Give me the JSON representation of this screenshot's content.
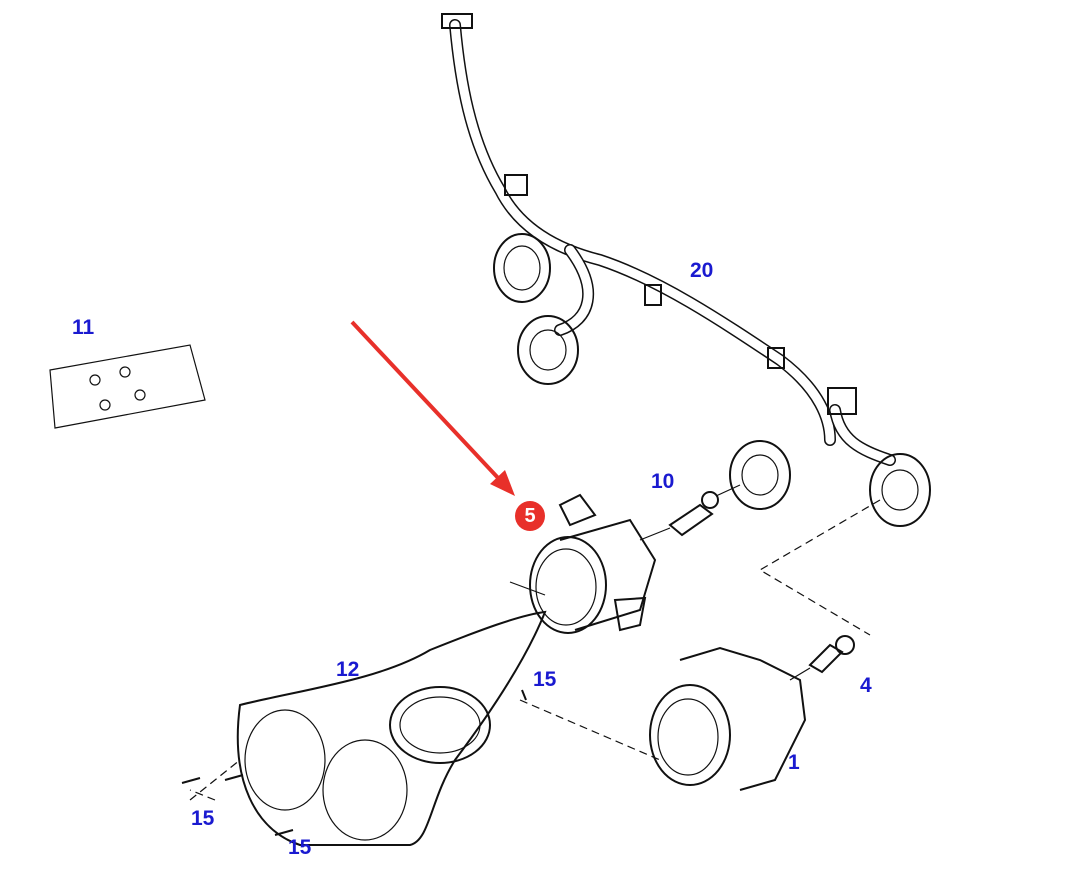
{
  "callouts": {
    "p11": "11",
    "p20": "20",
    "p10": "10",
    "p5": "5",
    "p12": "12",
    "p15a": "15",
    "p4": "4",
    "p1": "1",
    "p15b": "15",
    "p15c": "15"
  },
  "colors": {
    "callout": "#1a1ad0",
    "highlight": "#e8302a",
    "arrow": "#e8302a"
  }
}
